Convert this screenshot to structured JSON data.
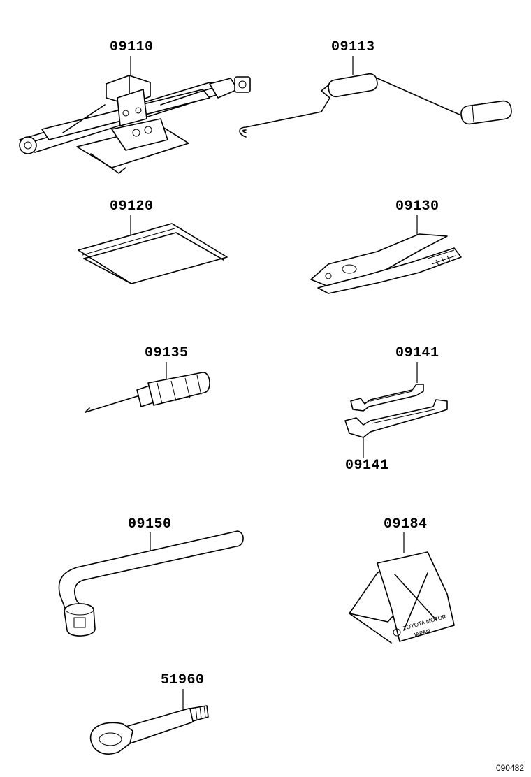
{
  "parts": [
    {
      "number": "09110",
      "icon": "jack-icon"
    },
    {
      "number": "09113",
      "icon": "jack-handle-icon"
    },
    {
      "number": "09120",
      "icon": "tool-bag-icon"
    },
    {
      "number": "09130",
      "icon": "pliers-icon"
    },
    {
      "number": "09135",
      "icon": "screwdriver-icon"
    },
    {
      "number": "09141",
      "icon": "wrench-icon"
    },
    {
      "number": "09141",
      "icon": "wrench-icon"
    },
    {
      "number": "09150",
      "icon": "lug-wrench-icon"
    },
    {
      "number": "09184",
      "icon": "wheel-chock-icon"
    },
    {
      "number": "51960",
      "icon": "towing-eye-icon"
    }
  ],
  "chock_text": {
    "line1": "TOYOTA MOTOR",
    "line2": "JAPAN"
  },
  "diagram_id": "090482"
}
